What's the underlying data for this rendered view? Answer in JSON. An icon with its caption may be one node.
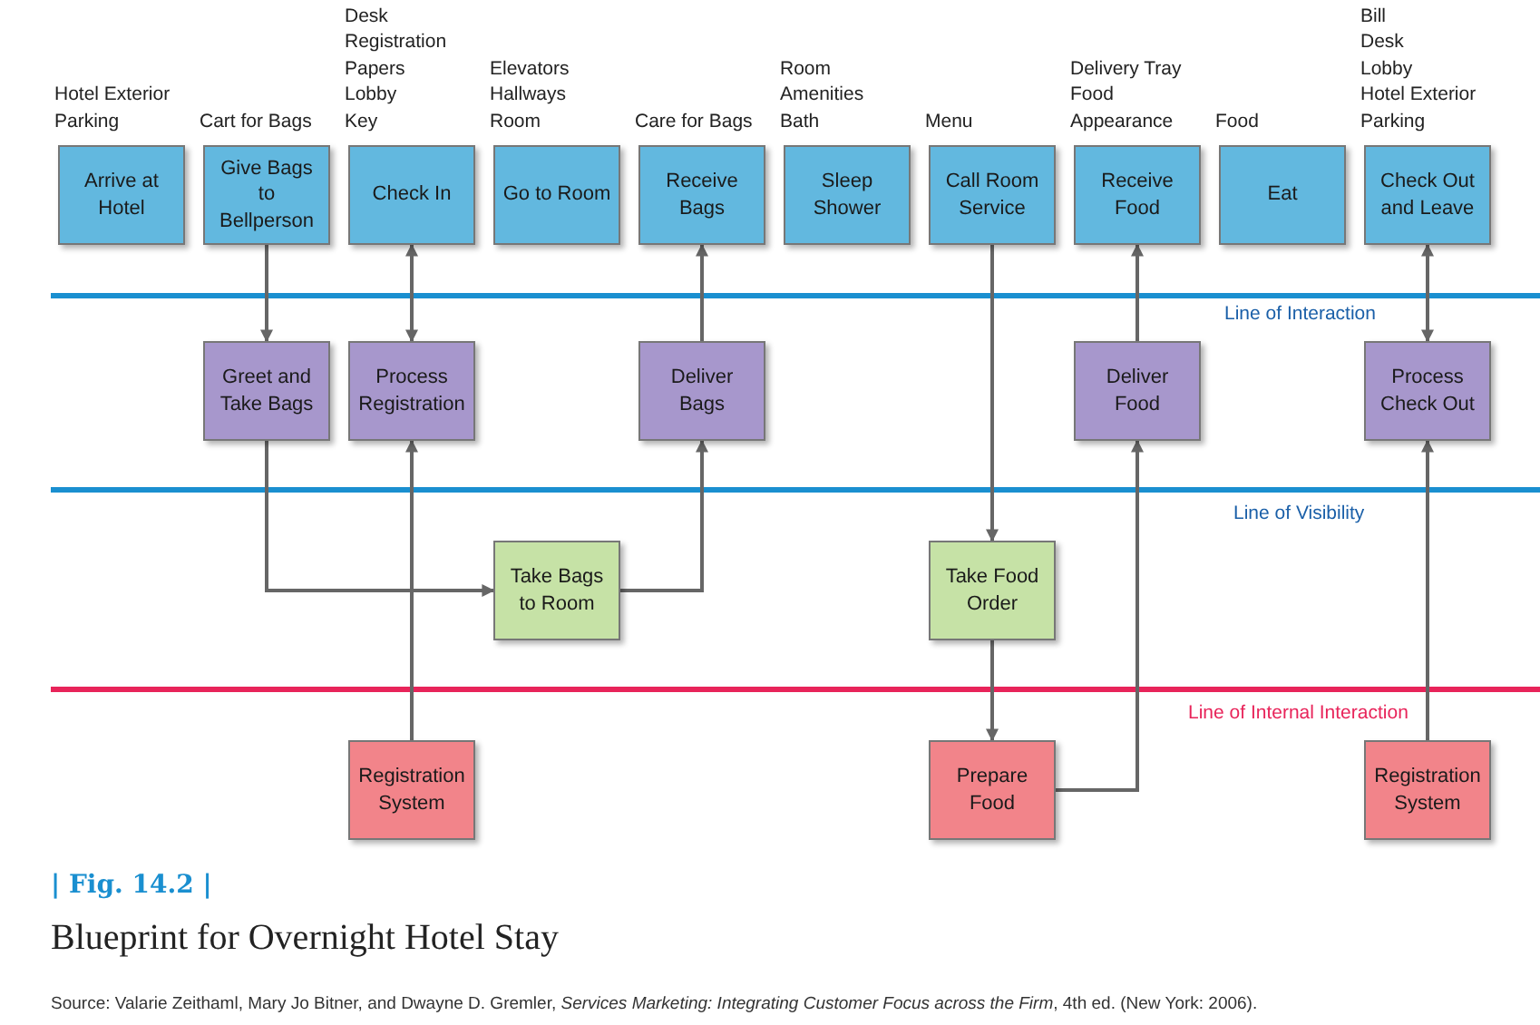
{
  "diagram": {
    "title": "Blueprint for Overnight Hotel Stay",
    "nodes": [
      {
        "text": [
          "Arrive at Hotel"
        ],
        "beside": [
          "Hotel Exterior",
          "Parking"
        ]
      },
      {
        "text": [
          "Give Bags to Bellperson"
        ],
        "beside": [
          "Cart for Bags"
        ]
      },
      {
        "text": [
          "Check In"
        ],
        "beside": [
          "Desk",
          "Registration Papers",
          "Lobby",
          "Key"
        ]
      },
      {
        "text": [
          "Go to Room"
        ],
        "beside": [
          "Elevators",
          "Hallways",
          "Room"
        ]
      },
      {
        "text": [
          "Receive Bags"
        ],
        "beside": [
          "Care for Bags"
        ]
      },
      {
        "text": [
          "Sleep Shower"
        ],
        "beside": [
          "Room Amenities",
          "Bath"
        ]
      },
      {
        "text": [
          "Call Room Service"
        ],
        "beside": [
          "Menu"
        ]
      },
      {
        "text": [
          "Receive Food"
        ],
        "beside": [
          "Delivery Tray",
          "Food Appearance"
        ]
      },
      {
        "text": [
          "Eat"
        ],
        "beside": [
          "Food"
        ]
      },
      {
        "text": [
          "Check Out and Leave"
        ],
        "beside": [
          "Bill",
          "Desk",
          "Lobby",
          "Hotel Exterior",
          "Parking"
        ]
      },
      {
        "text": [
          "Greet and Take Bags"
        ]
      },
      {
        "text": [
          "Process Registration"
        ]
      },
      {
        "text": [
          "Deliver Bags"
        ]
      },
      {
        "text": [
          "Deliver Food"
        ]
      },
      {
        "text": [
          "Process Check Out"
        ]
      },
      {
        "text": [
          "Take Bags to Room"
        ]
      },
      {
        "text": [
          "Take Food Order"
        ]
      },
      {
        "text": [
          "Registration System"
        ]
      },
      {
        "text": [
          "Prepare Food"
        ]
      },
      {
        "text": [
          "Registration System"
        ]
      }
    ],
    "edges": [
      {
        "from": 1,
        "to": 10,
        "arrow": "to"
      },
      {
        "from": 2,
        "to": 11,
        "arrow": "both"
      },
      {
        "from": 10,
        "to": 15,
        "arrow": "to"
      },
      {
        "from": 15,
        "to": 12,
        "arrow": "to"
      },
      {
        "from": 12,
        "to": 4,
        "arrow": "to"
      },
      {
        "from": 17,
        "to": 11,
        "arrow": "to"
      },
      {
        "from": 6,
        "to": 16,
        "arrow": "to"
      },
      {
        "from": 16,
        "to": 18,
        "arrow": "to"
      },
      {
        "from": 18,
        "to": 13,
        "arrow": "to"
      },
      {
        "from": 13,
        "to": 7,
        "arrow": "to"
      },
      {
        "from": 9,
        "to": 14,
        "arrow": "both"
      },
      {
        "from": 19,
        "to": 14,
        "arrow": "to"
      }
    ],
    "labels": [
      "Line of Interaction",
      "Line of Visibility",
      "Line of Internal Interaction",
      "| Fig. 14.2 |",
      "Source: Valarie Zeithaml, Mary Jo Bitner, and Dwayne D. Gremler, *Services Marketing: Integrating Customer Focus across the Firm*, 4th ed. (New York: 2006)."
    ]
  }
}
